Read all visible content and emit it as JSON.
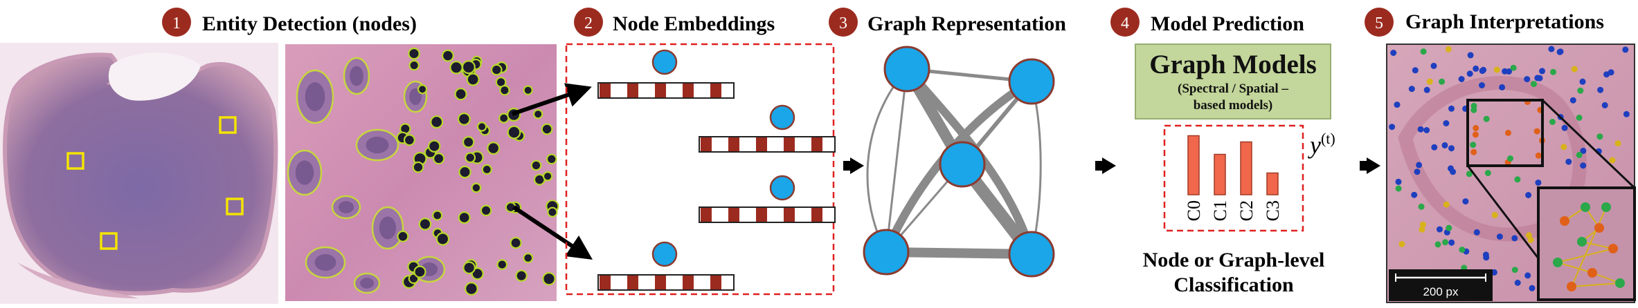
{
  "steps": [
    {
      "number": "1",
      "title": "Entity Detection (nodes)"
    },
    {
      "number": "2",
      "title": "Node Embeddings"
    },
    {
      "number": "3",
      "title": "Graph Representation"
    },
    {
      "number": "4",
      "title": "Model Prediction"
    },
    {
      "number": "5",
      "title": "Graph Interpretations"
    }
  ],
  "model_box": {
    "title": "Graph Models",
    "subtitle_line1": "(Spectral / Spatial –",
    "subtitle_line2": "based models)"
  },
  "prediction_chart": {
    "categories": [
      "C0",
      "C1",
      "C2",
      "C3"
    ],
    "values": [
      0.95,
      0.65,
      0.85,
      0.35
    ],
    "output_label": "y(t)"
  },
  "bottom_caption": {
    "line1": "Node or Graph-level",
    "line2": "Classification"
  },
  "scale_bar": {
    "label": "200 px"
  },
  "colors": {
    "badge": "#9c2b1f",
    "node": "#1aa6e8",
    "node_stroke": "#8b3a2f",
    "embedding_block": "#9c2b1f",
    "dashed_border": "#e02020",
    "bar_fill": "#f0674c",
    "model_box_fill": "#c3d69b"
  }
}
